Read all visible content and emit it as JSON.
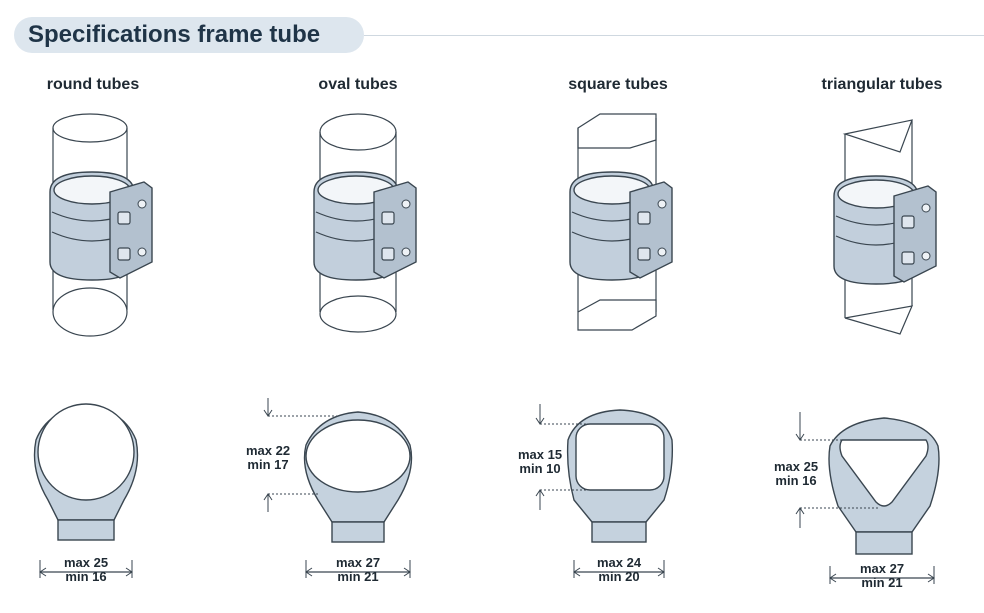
{
  "title": "Specifications frame tube",
  "columns": [
    {
      "label": "round tubes",
      "height": {
        "max": "",
        "min": ""
      },
      "width": {
        "max": "max 25",
        "min": "min 16"
      }
    },
    {
      "label": "oval tubes",
      "height": {
        "max": "max 22",
        "min": "min 17"
      },
      "width": {
        "max": "max 27",
        "min": "min 21"
      }
    },
    {
      "label": "square tubes",
      "height": {
        "max": "max 15",
        "min": "min 10"
      },
      "width": {
        "max": "max 24",
        "min": "min 20"
      }
    },
    {
      "label": "triangular tubes",
      "height": {
        "max": "max 25",
        "min": "min 16"
      },
      "width": {
        "max": "max 27",
        "min": "min 21"
      }
    }
  ],
  "colors": {
    "clamp": "#b8c6d4",
    "clamp_dark": "#8fa3b6",
    "line": "#3a4650",
    "pill": "#dde6ee",
    "title": "#1f3447"
  }
}
